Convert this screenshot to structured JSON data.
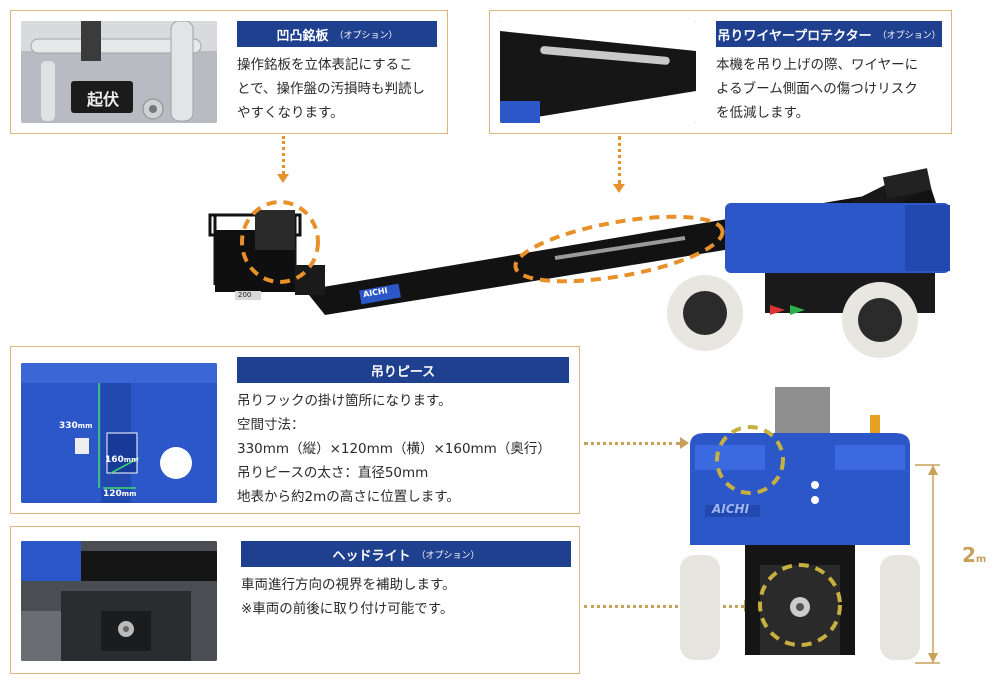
{
  "panels": {
    "emboss": {
      "title": "凹凸銘板",
      "option": "（オプション）",
      "lines": [
        "操作銘板を立体表記にするこ",
        "とで、操作盤の汚損時も判読し",
        "やすくなります。"
      ],
      "photo_text": "起伏"
    },
    "wire": {
      "title": "吊りワイヤープロテクター",
      "option": "（オプション）",
      "lines": [
        "本機を吊り上げの際、ワイヤーに",
        "よるブーム側面への傷つけリスク",
        "を低減します。"
      ]
    },
    "piece": {
      "title": "吊りピース",
      "lines": [
        "吊りフックの掛け箇所になります。",
        "空間寸法：",
        "330mm（縦）×120mm（横）×160mm（奥行）",
        "吊りピースの太さ：直径50mm",
        "地表から約2mの高さに位置します。"
      ],
      "dim_330": "330",
      "dim_160": "160",
      "dim_120": "120",
      "dim_unit": "mm"
    },
    "headlight": {
      "title": "ヘッドライト",
      "option": "（オプション）",
      "lines": [
        "車両進行方向の視界を補助します。",
        "※車両の前後に取り付け可能です。"
      ]
    }
  },
  "machine": {
    "brand": "AICHI",
    "platform_label": "200"
  },
  "height_label": {
    "value": "2",
    "unit": "m"
  },
  "colors": {
    "navy": "#1f3f8f",
    "orange": "#e8902a",
    "gold": "#c8a05a",
    "machine_blue": "#2c57c8"
  }
}
